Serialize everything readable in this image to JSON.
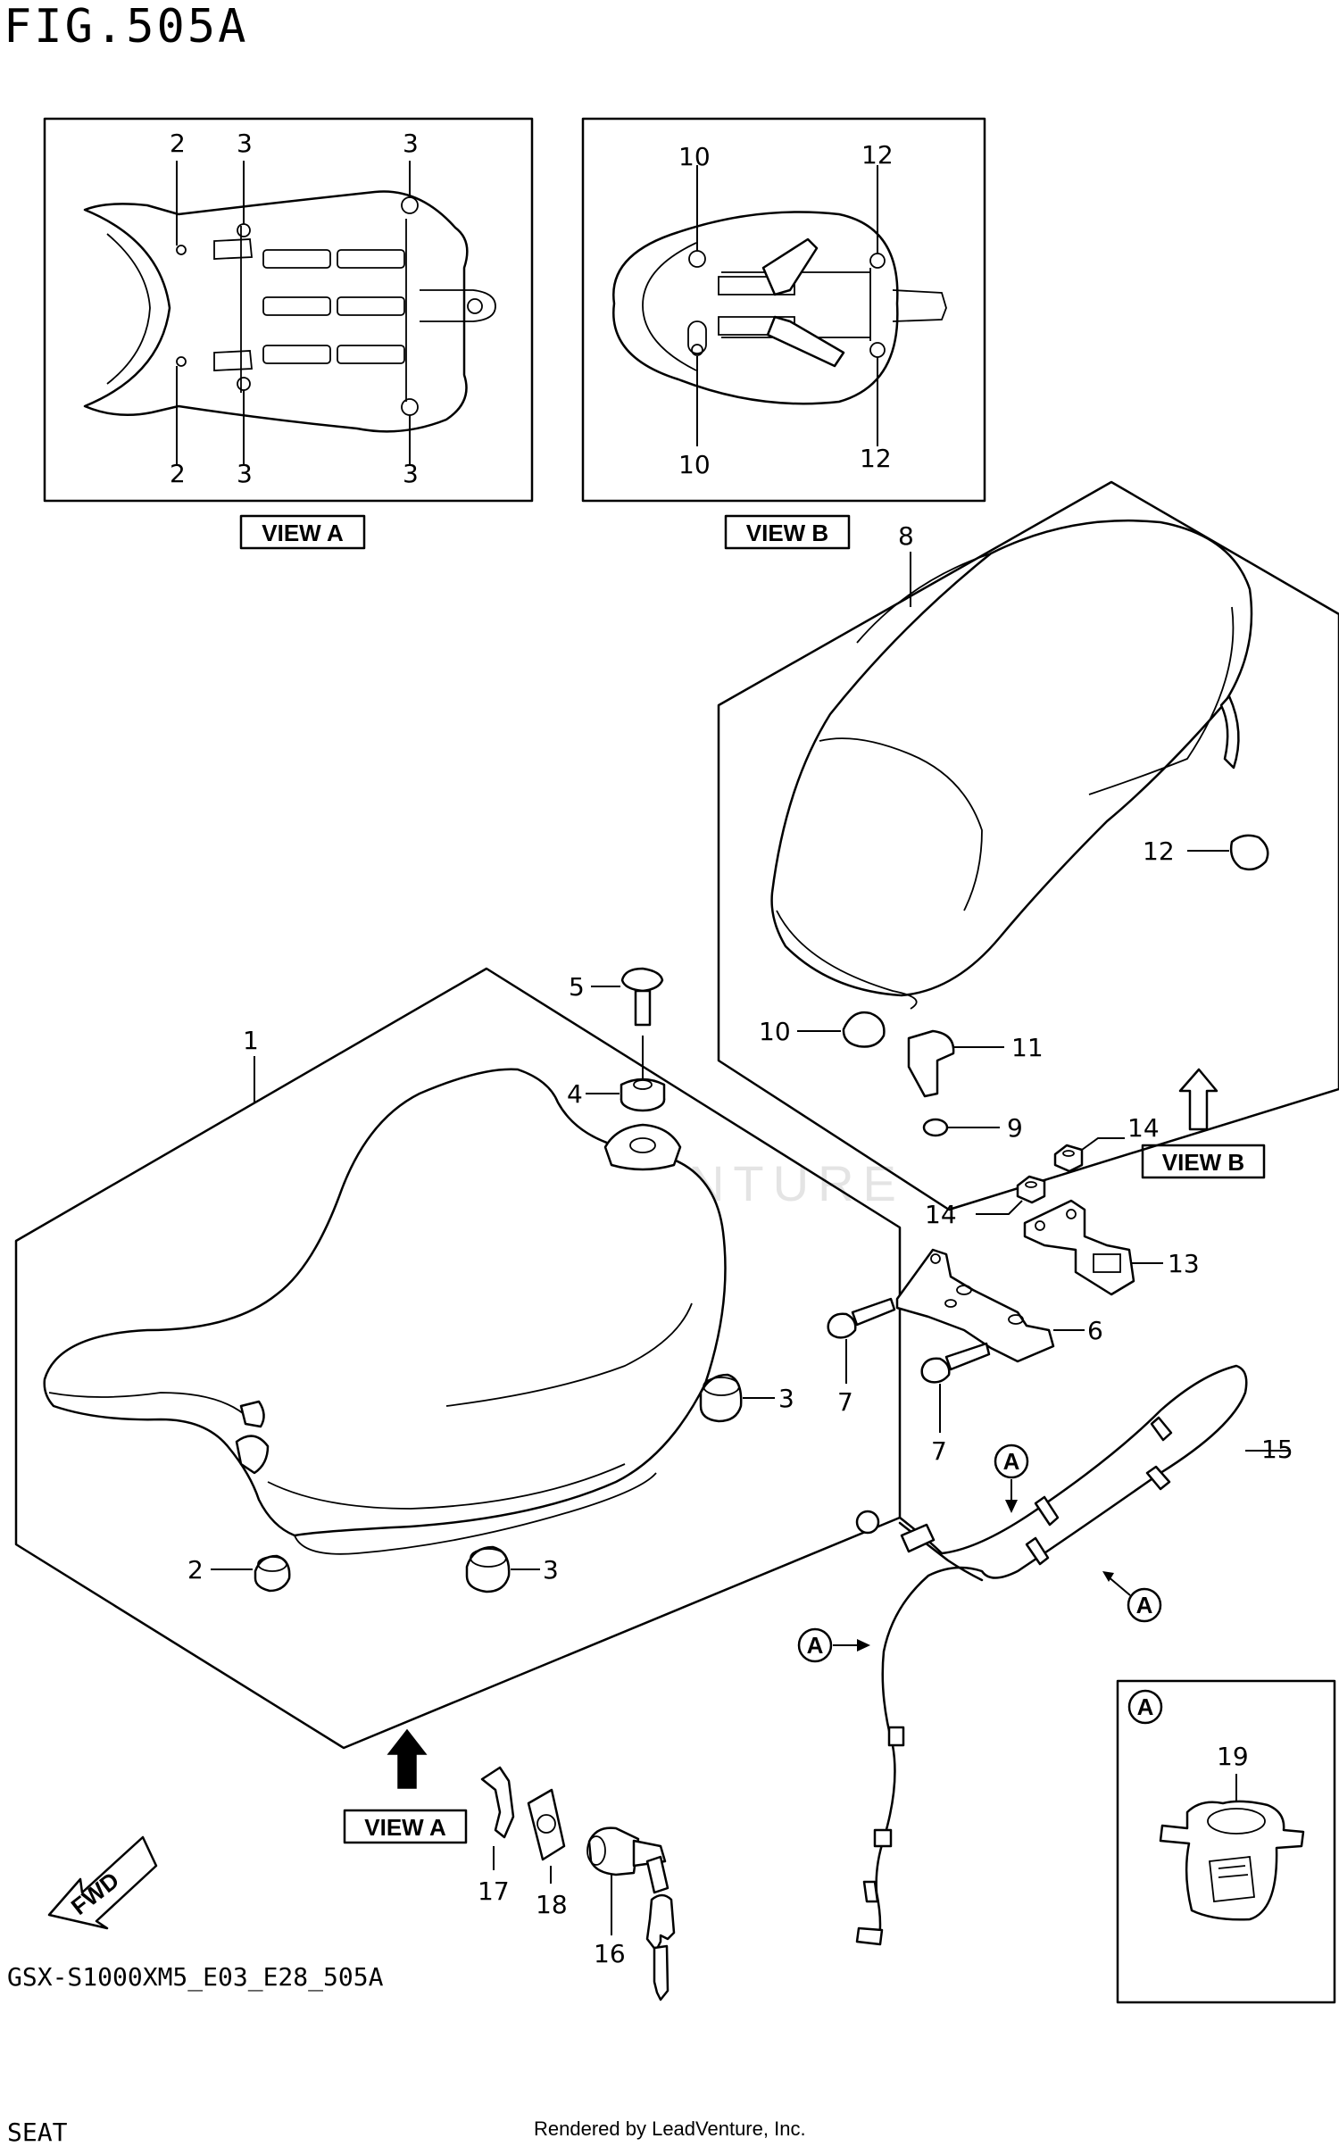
{
  "figure": {
    "title": "FIG.505A",
    "code": "GSX-S1000XM5_E03_E28_505A",
    "name": "SEAT",
    "rendered_by": "Rendered by LeadVenture, Inc.",
    "watermark": "LEADVENTURE"
  },
  "views": {
    "view_a": "VIEW A",
    "view_b": "VIEW B",
    "detail_marker": "A",
    "fwd": "FWD"
  },
  "callouts": {
    "c1": "1",
    "c2": "2",
    "c3": "3",
    "c4": "4",
    "c5": "5",
    "c6": "6",
    "c7": "7",
    "c8": "8",
    "c9": "9",
    "c10": "10",
    "c11": "11",
    "c12": "12",
    "c13": "13",
    "c14": "14",
    "c15": "15",
    "c16": "16",
    "c17": "17",
    "c18": "18",
    "c19": "19"
  }
}
